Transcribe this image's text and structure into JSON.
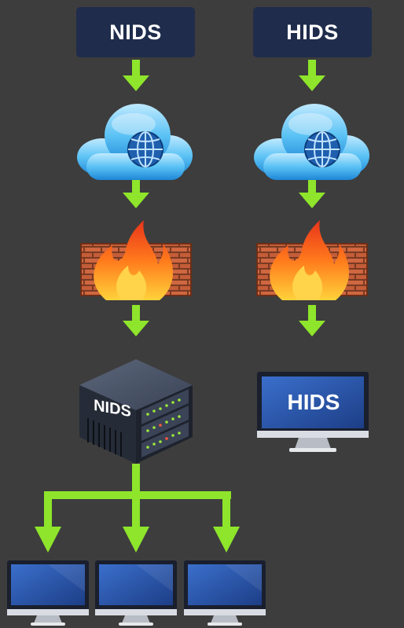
{
  "diagram": {
    "left_column": {
      "title": "NIDS",
      "server_label": "NIDS"
    },
    "right_column": {
      "title": "HIDS",
      "monitor_label": "HIDS"
    }
  },
  "colors": {
    "background": "#3d3d3d",
    "label_box": "#1f2c4c",
    "arrow": "#8ee52b",
    "cloud": "#29a3e6",
    "brick": "#c8603a",
    "flame": "#ff6a1a",
    "server": "#2b3342",
    "screen": "#2f5bb0"
  },
  "icons": [
    "cloud-globe-icon",
    "firewall-icon",
    "server-icon",
    "monitor-icon",
    "arrow-down-icon"
  ]
}
